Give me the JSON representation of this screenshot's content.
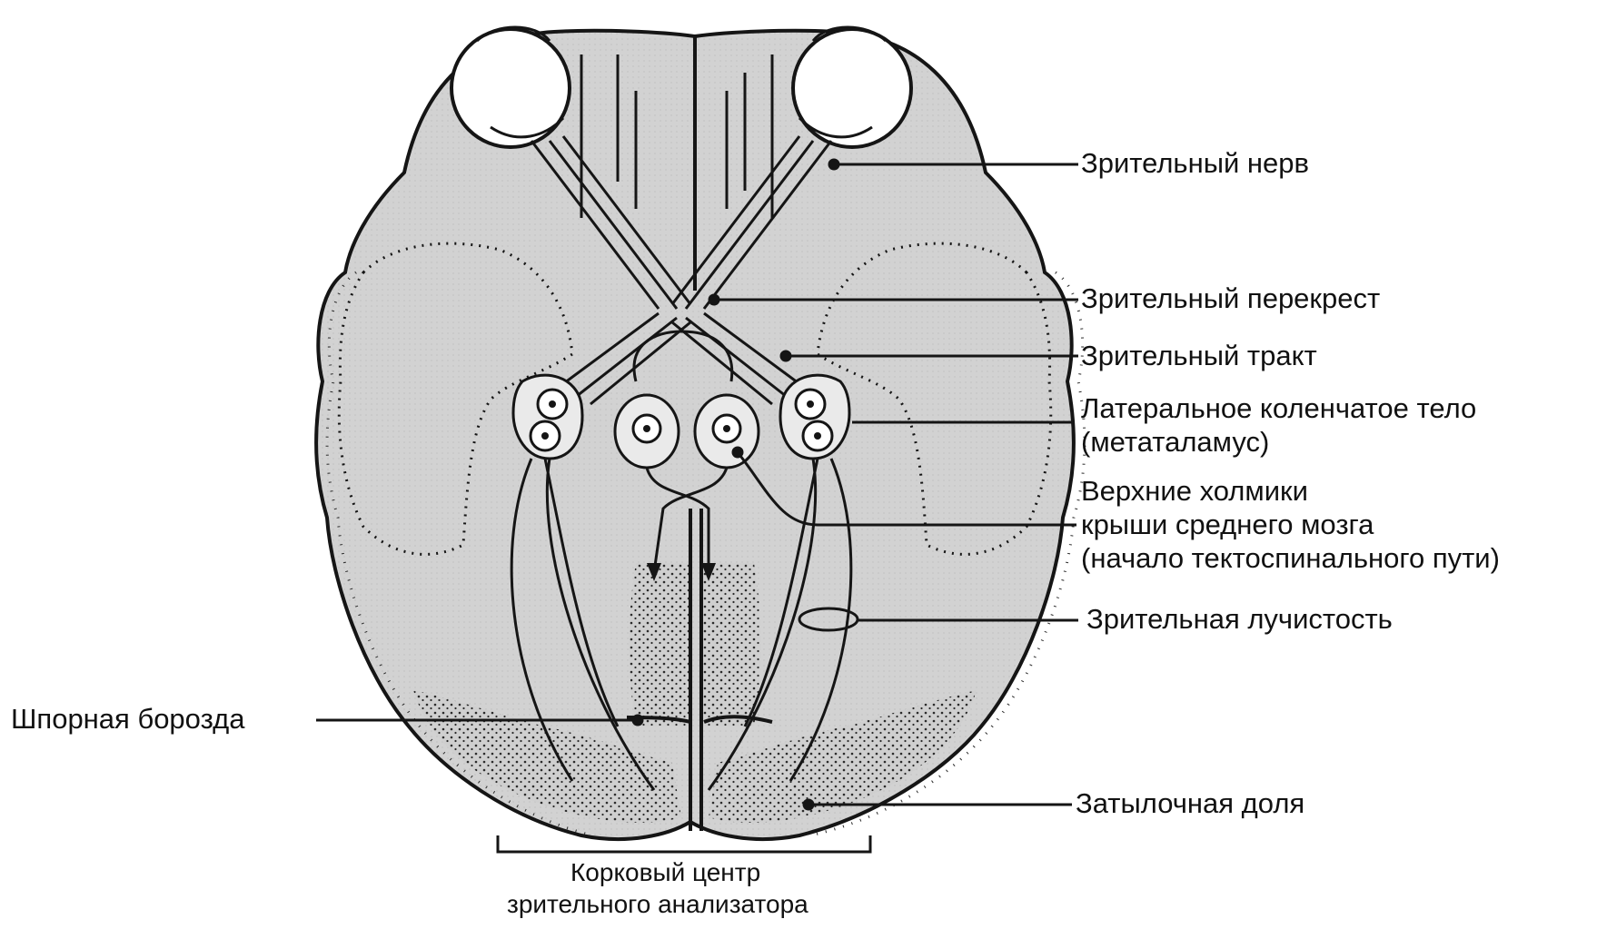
{
  "labels": {
    "optic_nerve": "Зрительный нерв",
    "optic_chiasm": "Зрительный перекрест",
    "optic_tract": "Зрительный тракт",
    "lgn_line1": "Латеральное коленчатое тело",
    "lgn_line2": "(метаталамус)",
    "colliculi_line1": "Верхние холмики",
    "colliculi_line2": "крыши среднего мозга",
    "colliculi_line3": "(начало тектоспинального пути)",
    "optic_radiation": "Зрительная лучистость",
    "calcarine_sulcus": "Шпорная борозда",
    "occipital_lobe": "Затылочная доля",
    "cortex_line1": "Корковый центр",
    "cortex_line2": "зрительного анализатора"
  },
  "colors": {
    "brain_fill": "#cfcfcf",
    "stroke": "#151515",
    "dots": "#2a2a2a",
    "eye_fill": "#ffffff"
  }
}
